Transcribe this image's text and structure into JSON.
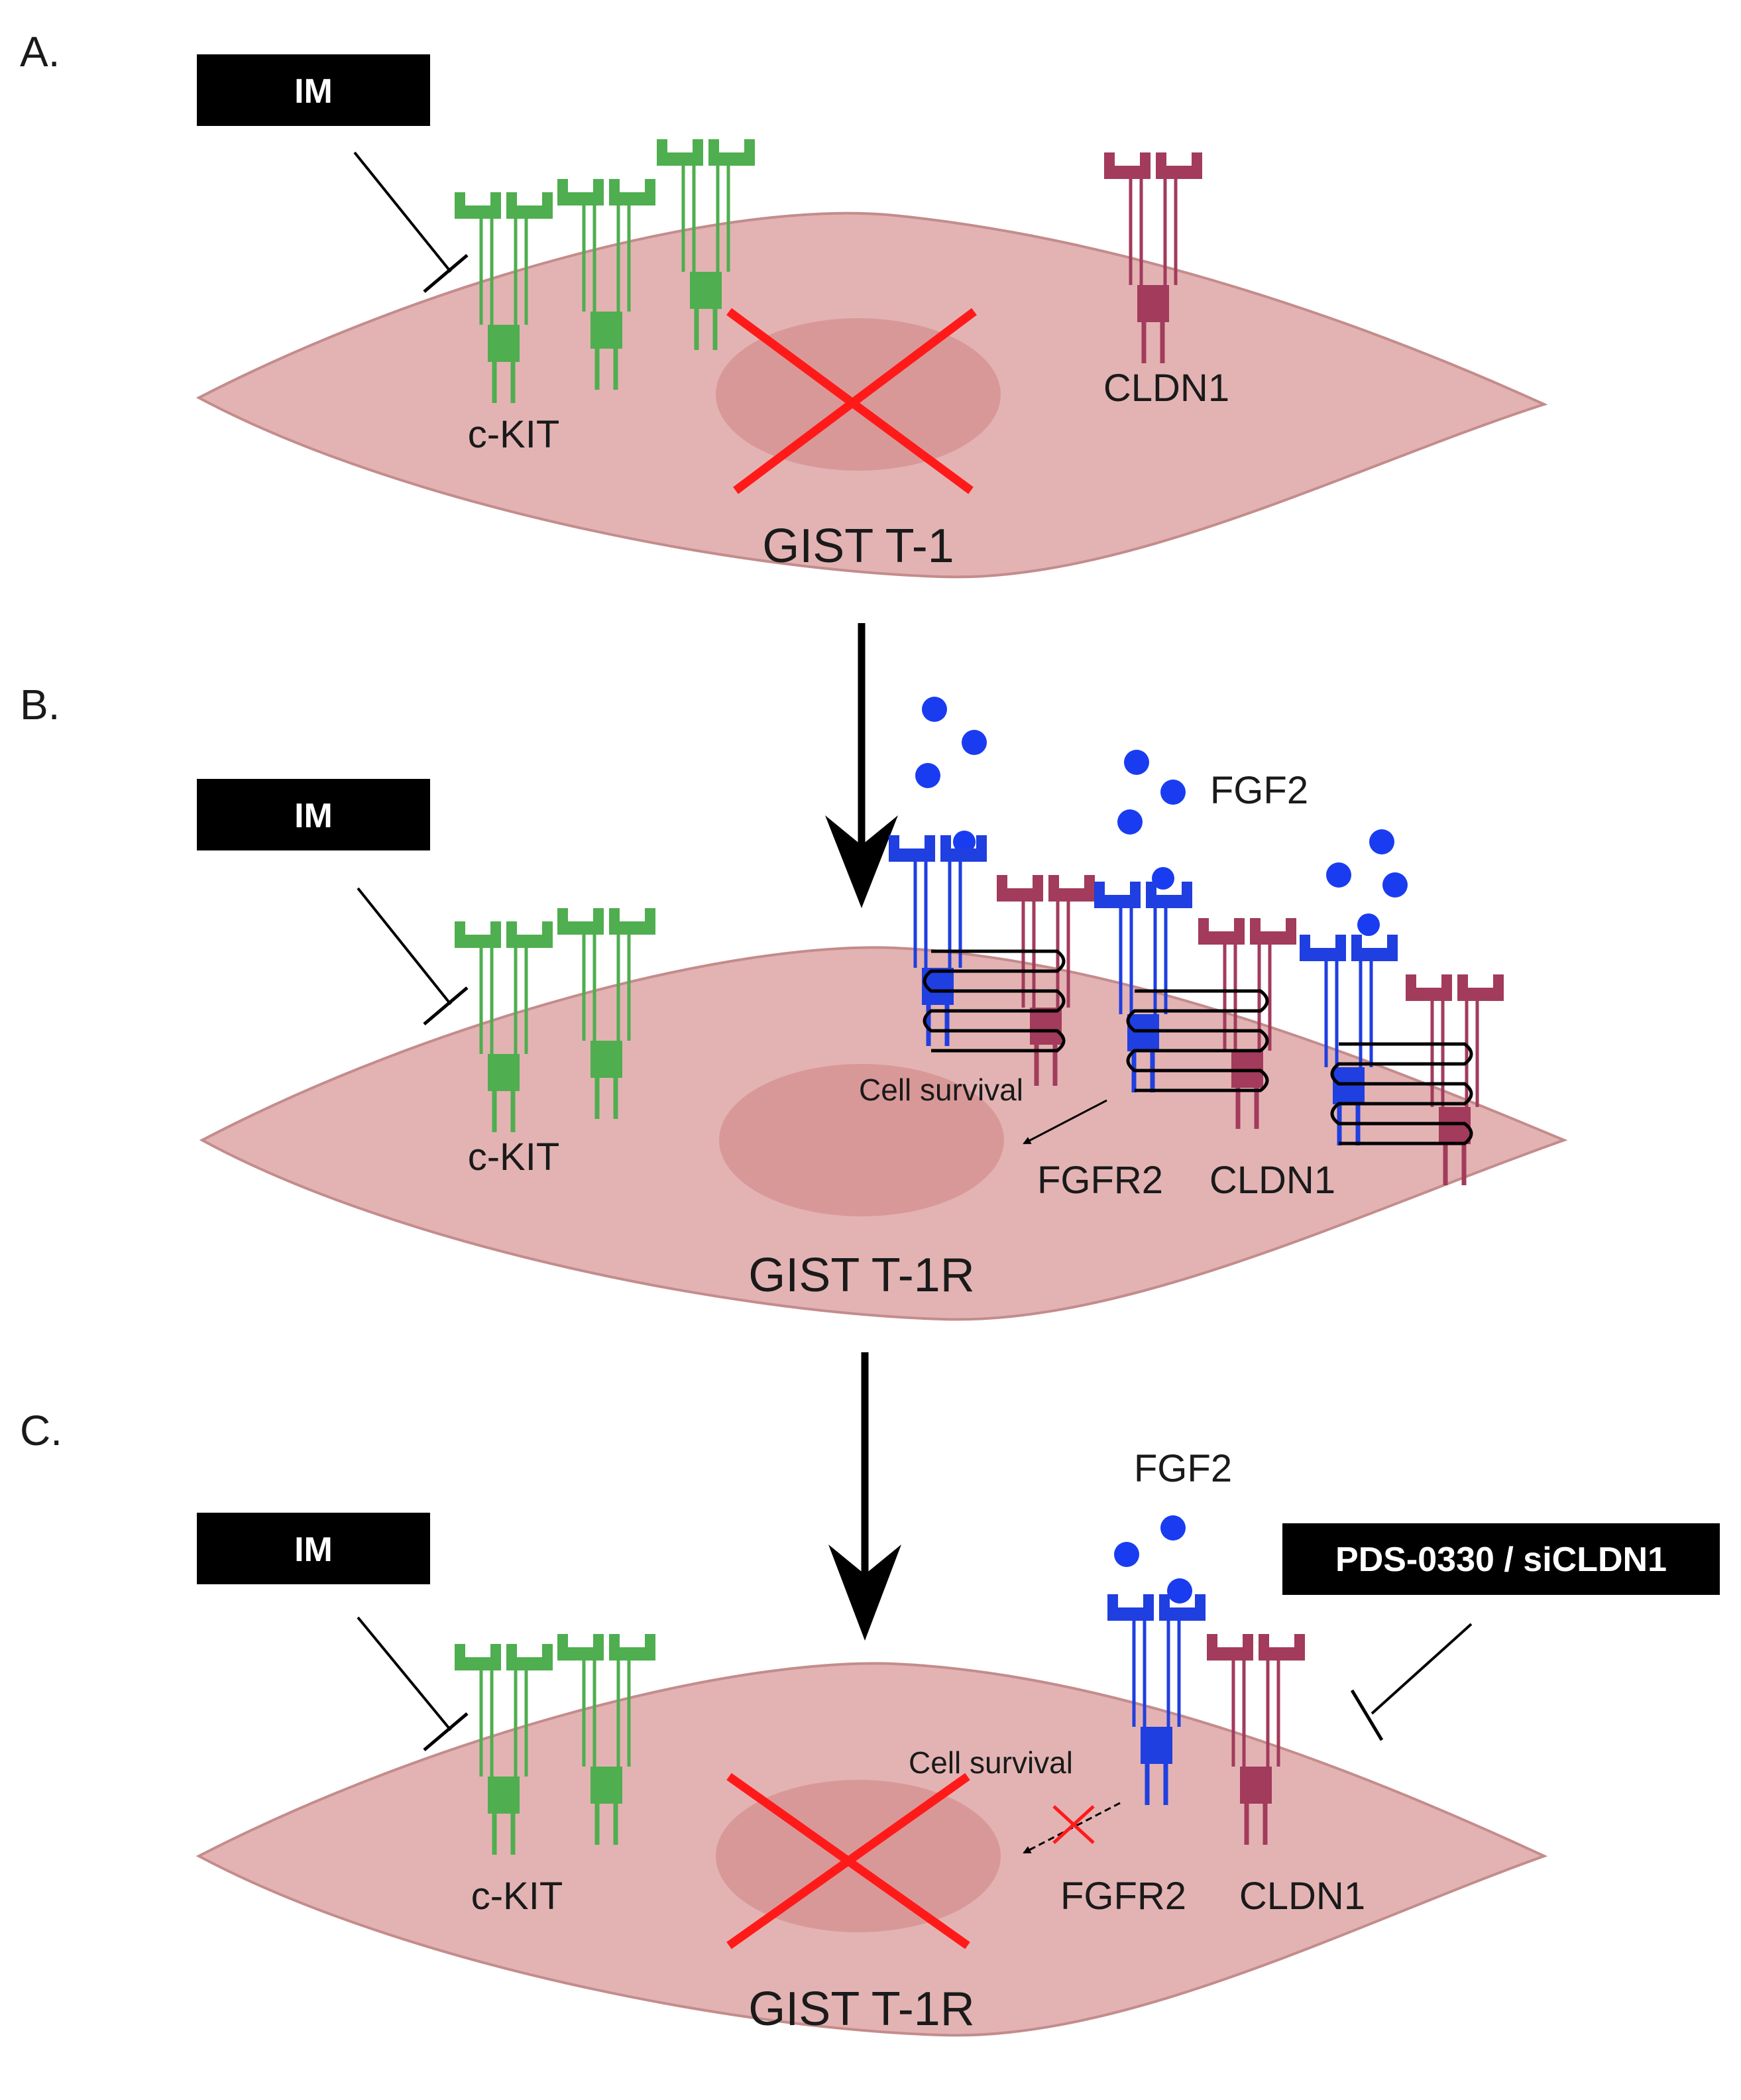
{
  "colors": {
    "cell_fill": "#e3b3b3",
    "cell_stroke": "#c48c8c",
    "nucleus_fill": "#d99898",
    "ckit": "#4fae4f",
    "cldn1": "#a23b5c",
    "fgfr2": "#1f3fe0",
    "fgf2": "#1a3cf0",
    "cross": "#ff1a1a",
    "drug_box": "#000000",
    "arrow": "#000000"
  },
  "icons": [
    "inhibition-bar-icon",
    "cross-icon",
    "receptor-icon",
    "ligand-dot-icon",
    "down-arrow-icon"
  ],
  "panels": [
    {
      "letter": "A.",
      "drug": "IM",
      "cell_name": "GIST T-1",
      "ckit_label": "c-KIT",
      "cldn1_label": "CLDN1",
      "nucleus_blocked": true
    },
    {
      "letter": "B.",
      "drug": "IM",
      "cell_name": "GIST T-1R",
      "ckit_label": "c-KIT",
      "fgfr2_label": "FGFR2",
      "cldn1_label": "CLDN1",
      "ligand_label": "FGF2",
      "survival_label": "Cell survival",
      "nucleus_blocked": false
    },
    {
      "letter": "C.",
      "drug": "IM",
      "drug2": "PDS-0330 / siCLDN1",
      "cell_name": "GIST T-1R",
      "ckit_label": "c-KIT",
      "fgfr2_label": "FGFR2",
      "cldn1_label": "CLDN1",
      "ligand_label": "FGF2",
      "survival_label": "Cell survival",
      "nucleus_blocked": true
    }
  ]
}
